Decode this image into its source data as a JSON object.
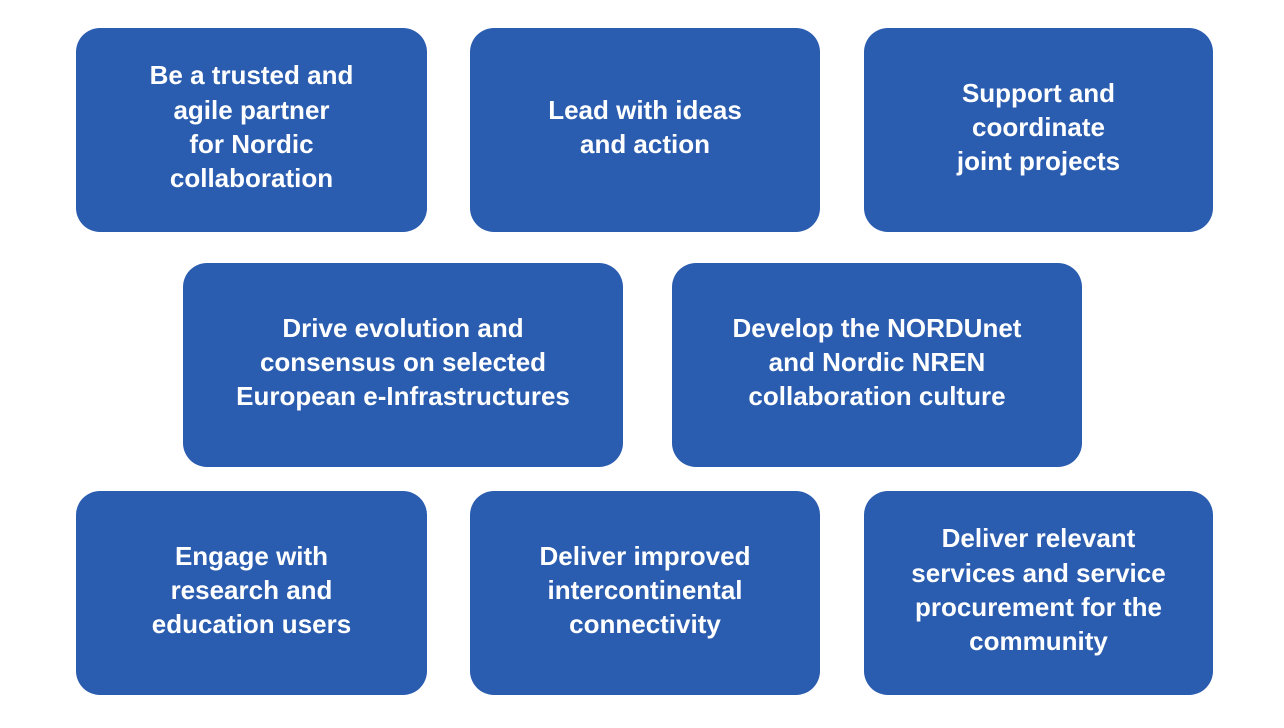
{
  "slide": {
    "background_color": "#ffffff",
    "accent_color": "#2a5caf",
    "text_color": "#ffffff"
  },
  "boxes": [
    {
      "id": "trusted-partner",
      "text": "Be a trusted and\nagile partner\nfor Nordic\ncollaboration"
    },
    {
      "id": "lead-ideas-action",
      "text": "Lead with ideas\nand action"
    },
    {
      "id": "support-coordinate",
      "text": "Support and\ncoordinate\njoint projects"
    },
    {
      "id": "drive-evolution",
      "text": "Drive evolution and\nconsensus on selected\nEuropean e-Infrastructures"
    },
    {
      "id": "develop-culture",
      "text": "Develop the NORDUnet\nand Nordic NREN\ncollaboration culture"
    },
    {
      "id": "engage-users",
      "text": "Engage with\nresearch and\neducation users"
    },
    {
      "id": "intercontinental",
      "text": "Deliver improved\nintercontinental\nconnectivity"
    },
    {
      "id": "services-procurement",
      "text": "Deliver relevant\nservices and service\nprocurement for the\ncommunity"
    }
  ]
}
